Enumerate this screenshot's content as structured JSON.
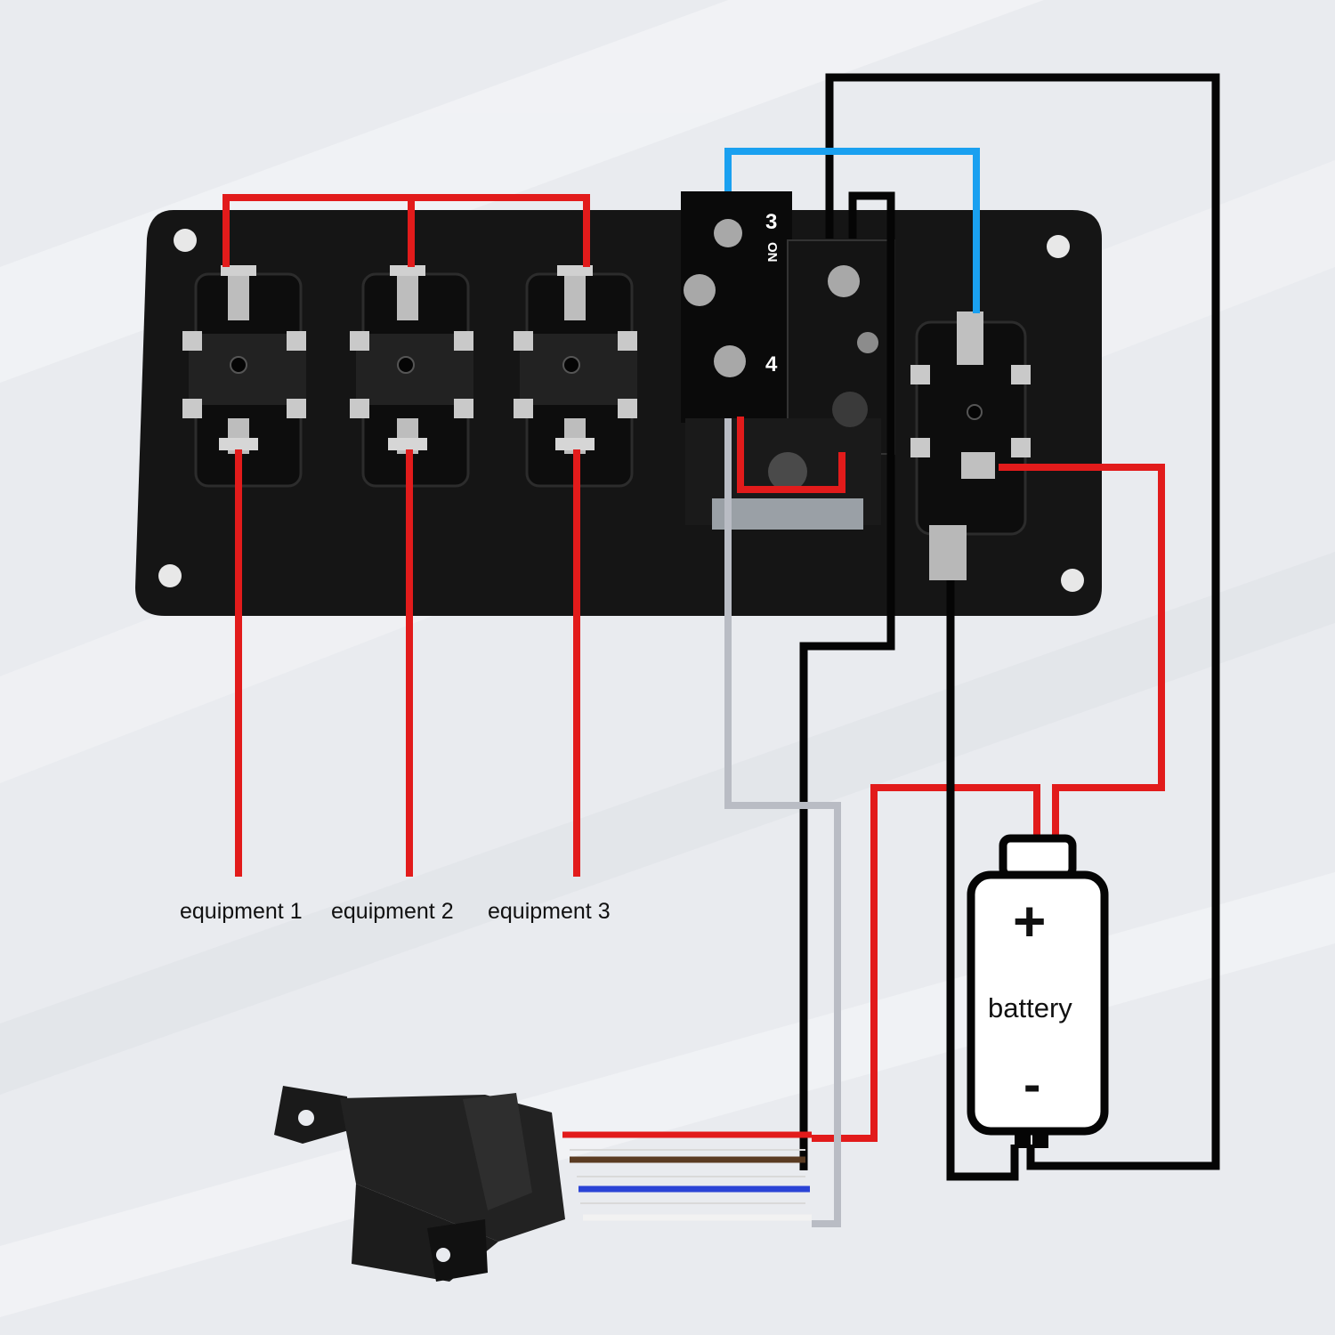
{
  "labels": {
    "equipment_1": "equipment 1",
    "equipment_2": "equipment 2",
    "equipment_3": "equipment 3",
    "battery": "battery",
    "battery_plus": "+",
    "battery_minus": "-",
    "terminal_3": "3",
    "terminal_on": "ON",
    "terminal_4": "4"
  },
  "colors": {
    "background": "#e9ebef",
    "panel": "#151515",
    "wire_red": "#e21b1b",
    "wire_black": "#050505",
    "wire_blue": "#1aa0f0",
    "wire_gray": "#b9bcc4",
    "relay_wire_brown": "#5a3b22",
    "relay_wire_blue": "#2a43d6",
    "relay_wire_white": "#f2f2f2"
  }
}
